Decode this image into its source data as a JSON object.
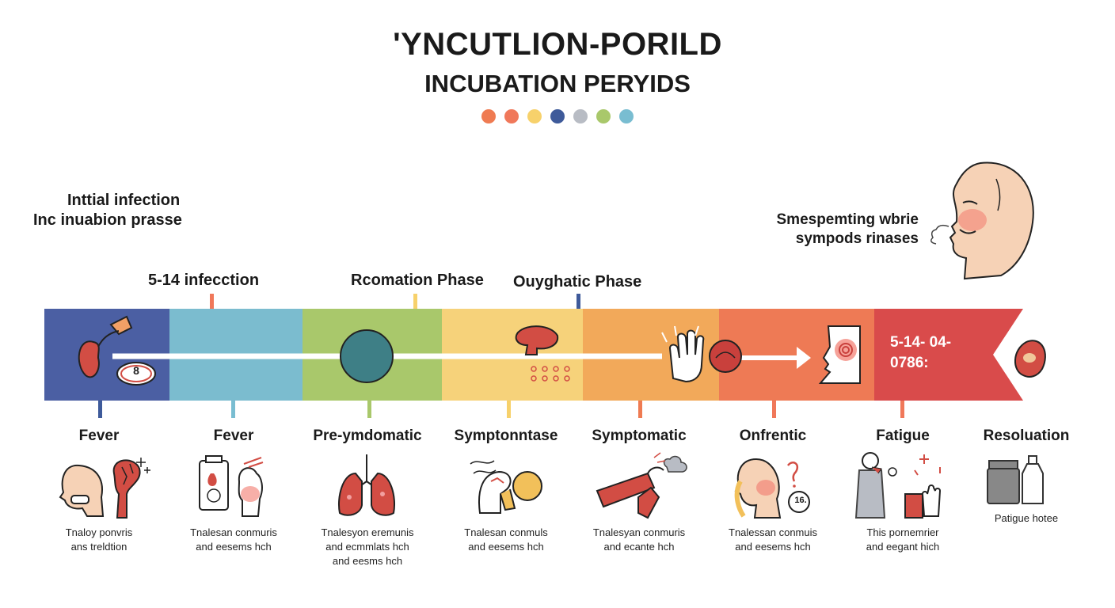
{
  "header": {
    "title": "'YNCUTLION-PORILD",
    "subtitle": "INCUBATION PERYIDS",
    "dot_colors": [
      "#ef7b52",
      "#f0785a",
      "#f7d16b",
      "#3e5a9a",
      "#b8bcc4",
      "#a9c86b",
      "#79bdd1"
    ]
  },
  "left_note": {
    "line1": "Inttial infection",
    "line2": "Inc inuabion prasse"
  },
  "right_note": {
    "line1": "Smespemting wbrie",
    "line2": "sympods rinases"
  },
  "upper_labels": {
    "label1": "5-14 infecction",
    "label2": "Rcomation Phase",
    "label3": "Ouyghatic Phase"
  },
  "bar": {
    "end_text_line1": "5-14- 04-",
    "end_text_line2": "0786:",
    "badge_number": "8",
    "segment_colors": [
      "#4b5fa3",
      "#7bbccf",
      "#a9c86b",
      "#f6d27a",
      "#f2a95a",
      "#ee7a55",
      "#d94b4b"
    ]
  },
  "stages": [
    {
      "name": "Fever",
      "desc1": "Tnaloy ponvris",
      "desc2": "ans treldtion",
      "desc3": ""
    },
    {
      "name": "Fever",
      "desc1": "Tnalesan conmuris",
      "desc2": "and eesems hch",
      "desc3": ""
    },
    {
      "name": "Pre-ymdomatic",
      "desc1": "Tnalesyon eremunis",
      "desc2": "and ecmmlats hch",
      "desc3": "and eesms hch"
    },
    {
      "name": "Symptonntase",
      "desc1": "Tnalesan conmuls",
      "desc2": "and eesems hch",
      "desc3": ""
    },
    {
      "name": "Symptomatic",
      "desc1": "Tnalesyan conmuris",
      "desc2": "and ecante hch",
      "desc3": ""
    },
    {
      "name": "Onfrentic",
      "desc1": "Tnalessan conmuis",
      "desc2": "and eesems hch",
      "desc3": ""
    },
    {
      "name": "Fatigue",
      "desc1": "This pornemrier",
      "desc2": "and eegant hich",
      "desc3": ""
    },
    {
      "name": "Resoluation",
      "desc1": "Patigue hotee",
      "desc2": "",
      "desc3": ""
    }
  ],
  "stage_icon_badge": "16."
}
